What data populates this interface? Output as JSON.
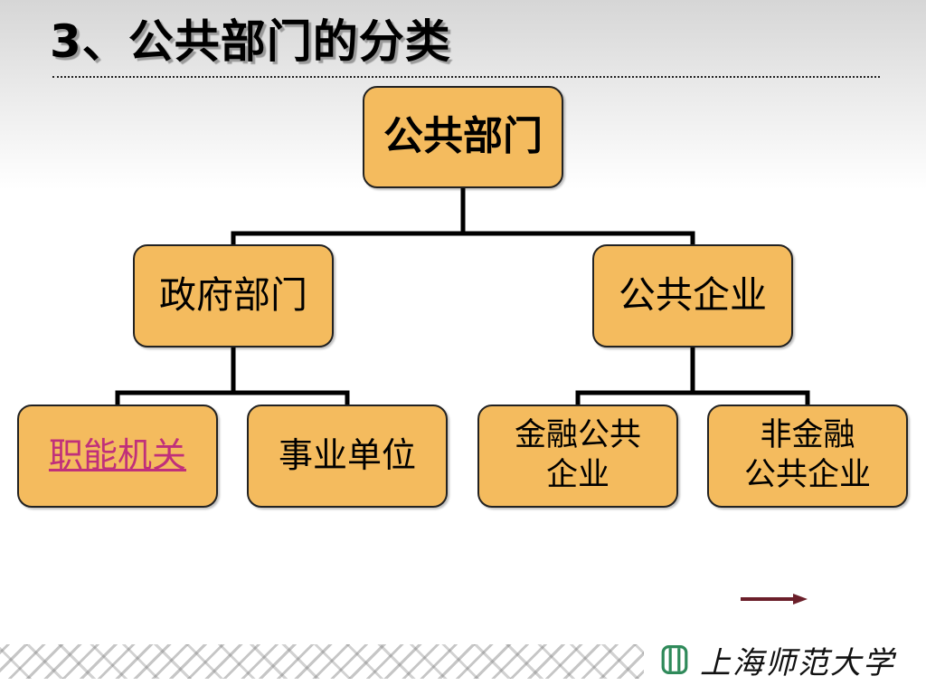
{
  "slide": {
    "title": "3、公共部门的分类"
  },
  "diagram": {
    "root": "公共部门",
    "branches": [
      {
        "label": "政府部门",
        "children": [
          {
            "label": "职能机关",
            "is_link": true
          },
          {
            "label": "事业单位",
            "is_link": false
          }
        ]
      },
      {
        "label": "公共企业",
        "children": [
          {
            "label_lines": [
              "金融公共",
              "企业"
            ]
          },
          {
            "label_lines": [
              "非金融",
              "公共企业"
            ]
          }
        ]
      }
    ]
  },
  "footer": {
    "logo_text": "上海师范大学",
    "logo_icon": "university-emblem-icon",
    "nav_icon": "next-arrow-icon"
  },
  "colors": {
    "node_fill": "#f4bb5e",
    "node_border": "#222222",
    "link_text": "#c0307a",
    "logo_green": "#2f8a5a",
    "arrow": "#6b1f2a"
  }
}
